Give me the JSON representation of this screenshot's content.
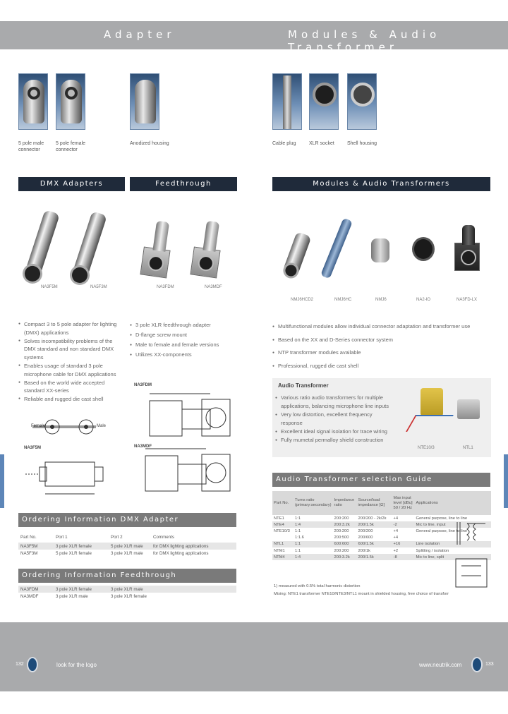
{
  "header": {
    "left_title": "Adapter",
    "right_title": "Modules & Audio Transformer"
  },
  "top_images": [
    {
      "caption": "5 pole male connector"
    },
    {
      "caption": "5 pole female connector"
    },
    {
      "caption": "Anodized housing"
    },
    {
      "caption": "Cable plug"
    },
    {
      "caption": "XLR socket"
    },
    {
      "caption": "Shell housing"
    }
  ],
  "sections": {
    "dmx_adapters": "DMX Adapters",
    "feedthrough": "Feedthrough",
    "modules": "Modules & Audio Transformers"
  },
  "products": {
    "dmx": [
      "NA3F5M",
      "NA5F3M"
    ],
    "feed": [
      "NA3FDM",
      "NA3MDF"
    ],
    "modules": [
      "NMJ6HCD2",
      "NMJ6HC",
      "NMJ6",
      "NA2-IO",
      "NA3FD-LX"
    ]
  },
  "dmx_bullets": [
    "Compact 3 to 5 pole adapter for lighting (DMX) applications",
    "Solves incompatibility problems of the DMX standard and non standard DMX systems",
    "Enables usage of standard 3 pole microphone cable for DMX applications",
    "Based on the world wide accepted standard XX-series",
    "Reliable and rugged die cast shell"
  ],
  "feed_bullets": [
    "3 pole XLR feedthrough adapter",
    "D-flange screw mount",
    "Male to female and female versions",
    "Utilizes XX-components"
  ],
  "module_bullets": [
    "Multifunctional modules allow individual connector adaptation and transformer use",
    "Based on the XX and D-Series connector system",
    "NTP transformer modules available",
    "Professional, rugged die cast shell"
  ],
  "audio_box": {
    "title": "Audio Transformer",
    "bullets": [
      "Various ratio audio transformers for multiple applications, balancing microphone line inputs",
      "Very low distortion, excellent frequency response",
      "Excellent ideal signal isolation for trace wiring",
      "Fully mumetal permalloy shield construction"
    ],
    "labels": [
      "NTE10/3",
      "NTL1"
    ]
  },
  "drawings": {
    "adapter_labels": [
      "Female",
      "Male"
    ],
    "adapter_model": "NA3F5M",
    "feed_models": [
      "NA3FDM",
      "NA3MDF"
    ]
  },
  "ordering_dmx": {
    "title": "Ordering Information DMX Adapter",
    "headers": [
      "Part No.",
      "Port 1",
      "Port 2",
      "Comments"
    ],
    "rows": [
      [
        "NA3F5M",
        "3 pole XLR female",
        "5 pole XLR male",
        "for DMX lighting applications"
      ],
      [
        "NA5F3M",
        "5 pole XLR female",
        "3 pole XLR male",
        "for DMX lighting applications"
      ]
    ]
  },
  "ordering_feed": {
    "title": "Ordering Information Feedthrough",
    "rows": [
      [
        "NA3FDM",
        "3 pole XLR female",
        "3 pole XLR male"
      ],
      [
        "NA3MDF",
        "3 pole XLR male",
        "3 pole XLR female"
      ]
    ]
  },
  "selection": {
    "title": "Audio Transformer selection Guide",
    "headers": [
      "Part No.",
      "Turns ratio (primary:secondary)",
      "Impedance ratio",
      "Source/load impedance [Ω]",
      "Max input level [dBu] 50 / 20 Hz",
      "Applications"
    ],
    "rows": [
      [
        "NTE1",
        "1:1",
        "200:200",
        "200/200 - 2k/2k",
        "+4",
        "General purpose, line to line"
      ],
      [
        "NTE4",
        "1:4",
        "200:3.2k",
        "200/1.5k",
        "-2",
        "Mic to line, input"
      ],
      [
        "NTE10/3",
        "1:1",
        "200:200",
        "200/200",
        "+4",
        "General purpose, line to line"
      ],
      [
        "",
        "1:1.6",
        "200:500",
        "200/600",
        "+4",
        ""
      ],
      [
        "NTL1",
        "1:1",
        "600:600",
        "600/1.5k",
        "+16",
        "Line isolation"
      ],
      [
        "NTM1",
        "1:1",
        "200:200",
        "200/1k",
        "+2",
        "Splitting / isolation"
      ],
      [
        "NTM4",
        "1:4",
        "200:3.2k",
        "200/1.5k",
        "-8",
        "Mic to line, split"
      ]
    ],
    "notes": [
      "1) measured with 0.5% total harmonic distortion",
      "Mixing: NTE1 transformer NTE10/NTE3/NTL1 mount in shielded housing, free choice of transformer input and output"
    ]
  },
  "footer": {
    "left_page": "132",
    "left_text": "look for the logo",
    "right_text": "www.neutrik.com",
    "right_page": "133"
  }
}
